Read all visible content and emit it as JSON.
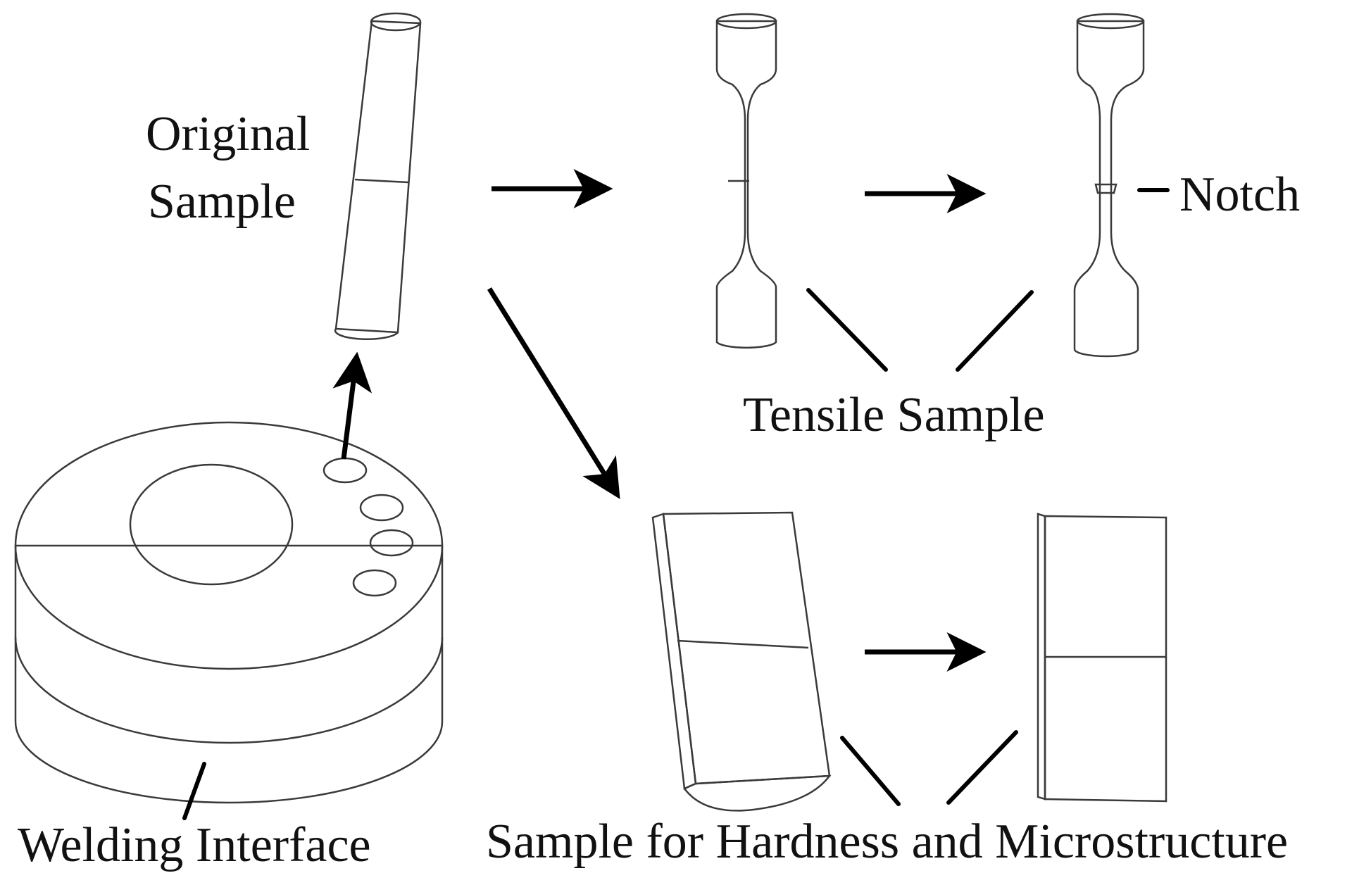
{
  "labels": {
    "original_sample": [
      "Original",
      "Sample"
    ],
    "notch": "Notch",
    "tensile_sample": "Tensile Sample",
    "welding_interface": "Welding Interface",
    "hardness_sample": "Sample for Hardness and Microstructure"
  },
  "colors": {
    "part_light": "#e9e9e9",
    "part_mid": "#d2d2d2",
    "part_dark": "#b4b4b4",
    "edge": "#3a3a3a",
    "annotation": "#000000"
  }
}
